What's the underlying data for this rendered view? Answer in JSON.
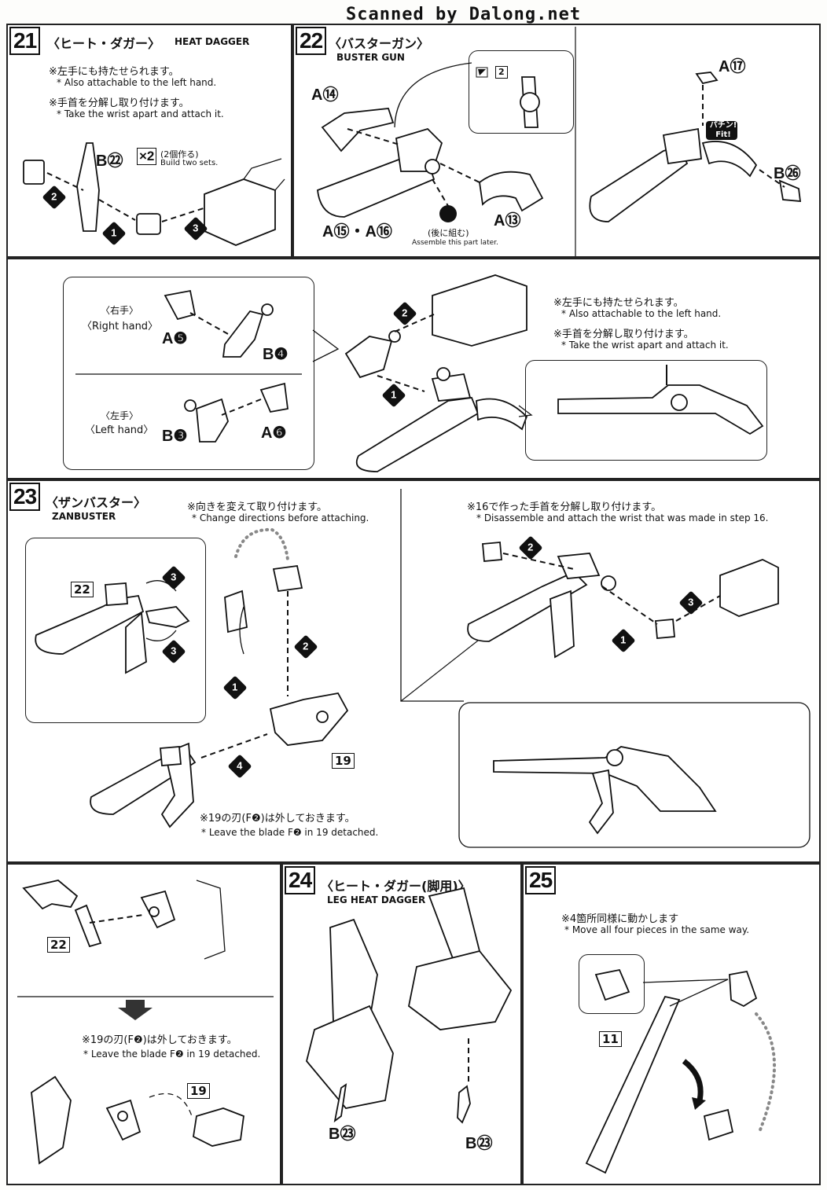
{
  "header": {
    "scan_credit": "Scanned by Dalong.net"
  },
  "step21": {
    "number": "21",
    "title_jp": "〈ヒート・ダガー〉",
    "title_en": "HEAT DAGGER",
    "note1_jp": "※左手にも持たせられます。",
    "note1_en": "* Also attachable to the left hand.",
    "note2_jp": "※手首を分解し取り付けます。",
    "note2_en": "* Take the wrist apart and attach it.",
    "part_label": "B㉒",
    "multiplier": "×2",
    "build_jp": "(2個作る)",
    "build_en": "Build two sets.",
    "steps": [
      "2",
      "1",
      "3"
    ]
  },
  "step22": {
    "number": "22",
    "title_jp": "〈バスターガン〉",
    "title_en": "BUSTER GUN",
    "parts": [
      "A⑭",
      "A⑮・A⑯",
      "A⑬",
      "A⑰",
      "B㉖"
    ],
    "later_jp": "(後に組む)",
    "later_en": "Assemble this part later.",
    "fit_jp": "パチン!",
    "fit_en": "Fit!",
    "detail_box": "2",
    "hand_right_jp": "〈右手〉",
    "hand_right_en": "〈Right hand〉",
    "hand_left_jp": "〈左手〉",
    "hand_left_en": "〈Left hand〉",
    "right_parts": [
      "A❺",
      "B❹"
    ],
    "left_parts": [
      "B❸",
      "A❻"
    ],
    "note1_jp": "※左手にも持たせられます。",
    "note1_en": "* Also attachable to the left hand.",
    "note2_jp": "※手首を分解し取り付けます。",
    "note2_en": "* Take the wrist apart and attach it."
  },
  "step23": {
    "number": "23",
    "title_jp": "〈ザンバスター〉",
    "title_en": "ZANBUSTER",
    "note_dir_jp": "※向きを変えて取り付けます。",
    "note_dir_en": "* Change directions before attaching.",
    "ref22": "22",
    "ref19": "19",
    "blade_jp": "※19の刃(F❷)は外しておきます。",
    "blade_en": "* Leave the blade F❷ in 19 detached.",
    "wrist_jp": "※16で作った手首を分解し取り付けます。",
    "wrist_en": "* Disassemble and attach the wrist that was made in step 16."
  },
  "lower_left": {
    "ref22": "22",
    "ref19": "19",
    "blade_jp": "※19の刃(F❷)は外しておきます。",
    "blade_en": "* Leave the blade F❷ in 19 detached."
  },
  "step24": {
    "number": "24",
    "title_jp": "〈ヒート・ダガー(脚用)〉",
    "title_en": "LEG HEAT DAGGER",
    "parts": [
      "B㉓",
      "B㉓"
    ]
  },
  "step25": {
    "number": "25",
    "note_jp": "※4箇所同様に動かします",
    "note_en": "* Move all four pieces in the same way.",
    "ref": "11"
  }
}
